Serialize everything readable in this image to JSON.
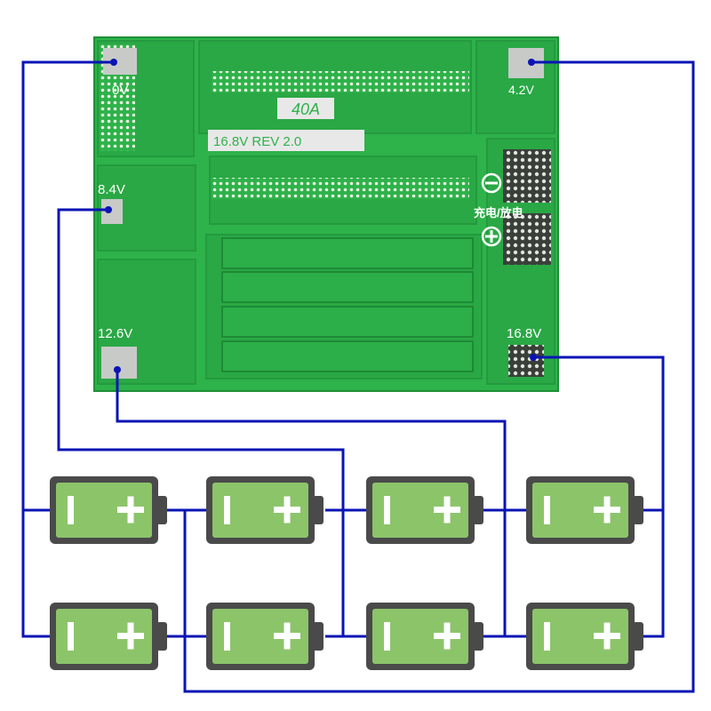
{
  "board": {
    "current_rating": "40A",
    "version": "16.8V  REV 2.0",
    "charge_discharge": "充电/放电",
    "minus_symbol": "minus-in-circle",
    "plus_symbol": "plus-in-circle"
  },
  "pads": {
    "v0": "0V",
    "v4_2": "4.2V",
    "v8_4": "8.4V",
    "v12_6": "12.6V",
    "v16_8": "16.8V"
  },
  "battery": {
    "minus_glyph": "I",
    "plus_glyph": "+",
    "body_color": "#8cc46a",
    "frame_color": "#4a4a4a"
  },
  "colors": {
    "pcb": "#2eb24a",
    "wire": "#0a14b4"
  }
}
